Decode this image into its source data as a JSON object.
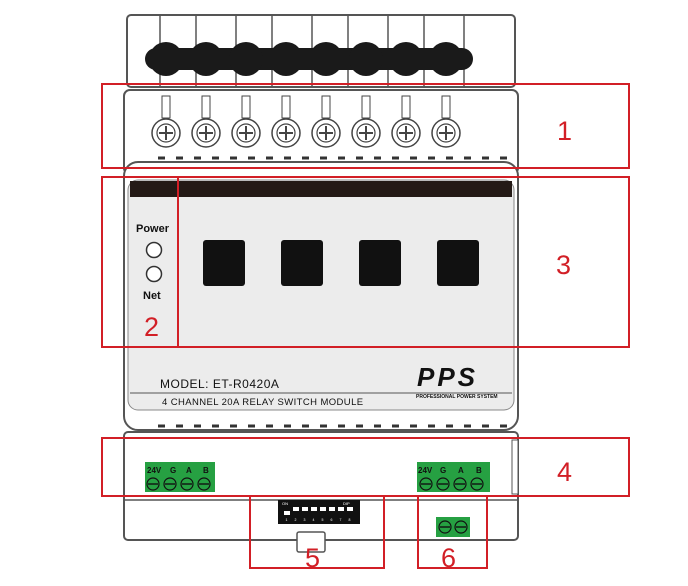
{
  "device": {
    "power_label": "Power",
    "net_label": "Net",
    "model": "MODEL: ET-R0420A",
    "description": "4 CHANNEL 20A RELAY SWITCH MODULE",
    "brand": "PPS",
    "brand_tagline": "PROFESSIONAL POWER SYSTEM",
    "dip_on_label": "ON",
    "dip_right_label": "DIP",
    "dip_numbers": [
      "1",
      "2",
      "3",
      "4",
      "5",
      "6",
      "7",
      "8"
    ]
  },
  "bus_terminals": {
    "labels": [
      "24V",
      "G",
      "A",
      "B"
    ]
  },
  "callouts": [
    "1",
    "2",
    "3",
    "4",
    "5",
    "6"
  ],
  "colors": {
    "callout_red": "#d21f26",
    "terminal_green": "#26a042",
    "device_outline": "#555555",
    "panel_gray": "#ececec",
    "header_bar": "#241a16"
  }
}
